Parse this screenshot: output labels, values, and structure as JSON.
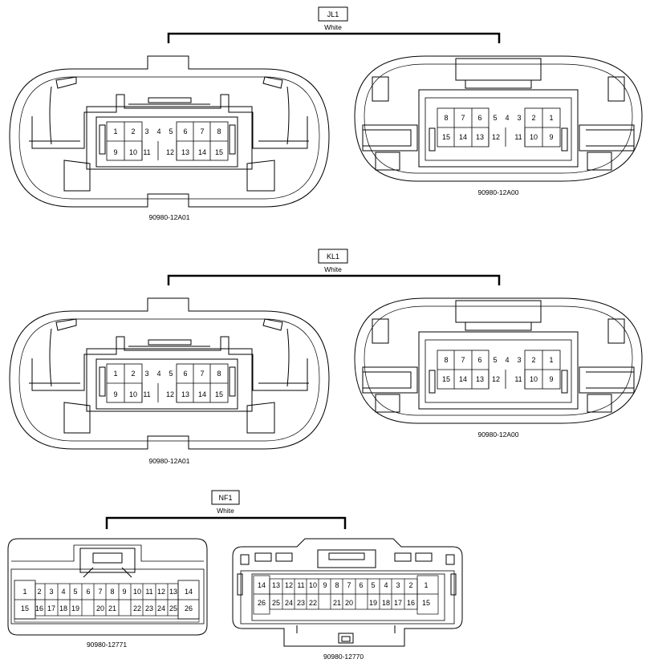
{
  "groups": [
    {
      "connector": "JL1",
      "color": "White",
      "parts": [
        "90980-12A01",
        "90980-12A00"
      ],
      "left_pins": {
        "top": [
          "1",
          "2",
          "3",
          "4",
          "5",
          "6",
          "7",
          "8"
        ],
        "bottom": [
          "9",
          "10",
          "11",
          "12",
          "13",
          "14",
          "15"
        ]
      },
      "right_pins": {
        "top": [
          "8",
          "7",
          "6",
          "5",
          "4",
          "3",
          "2",
          "1"
        ],
        "bottom": [
          "15",
          "14",
          "13",
          "12",
          "11",
          "10",
          "9"
        ]
      }
    },
    {
      "connector": "KL1",
      "color": "White",
      "parts": [
        "90980-12A01",
        "90980-12A00"
      ],
      "left_pins": {
        "top": [
          "1",
          "2",
          "3",
          "4",
          "5",
          "6",
          "7",
          "8"
        ],
        "bottom": [
          "9",
          "10",
          "11",
          "12",
          "13",
          "14",
          "15"
        ]
      },
      "right_pins": {
        "top": [
          "8",
          "7",
          "6",
          "5",
          "4",
          "3",
          "2",
          "1"
        ],
        "bottom": [
          "15",
          "14",
          "13",
          "12",
          "11",
          "10",
          "9"
        ]
      }
    },
    {
      "connector": "NF1",
      "color": "White",
      "parts": [
        "90980-12771",
        "90980-12770"
      ],
      "left_pins": {
        "top": [
          "1",
          "2",
          "3",
          "4",
          "5",
          "6",
          "7",
          "8",
          "9",
          "10",
          "11",
          "12",
          "13",
          "14"
        ],
        "bottom": [
          "15",
          "16",
          "17",
          "18",
          "19",
          "20",
          "21",
          "22",
          "23",
          "24",
          "25",
          "26"
        ]
      },
      "right_pins": {
        "top": [
          "14",
          "13",
          "12",
          "11",
          "10",
          "9",
          "8",
          "7",
          "6",
          "5",
          "4",
          "3",
          "2",
          "1"
        ],
        "bottom": [
          "26",
          "25",
          "24",
          "23",
          "22",
          "21",
          "20",
          "19",
          "18",
          "17",
          "16",
          "15"
        ]
      }
    }
  ],
  "colors": {
    "line": "#000000",
    "background": "#ffffff"
  }
}
